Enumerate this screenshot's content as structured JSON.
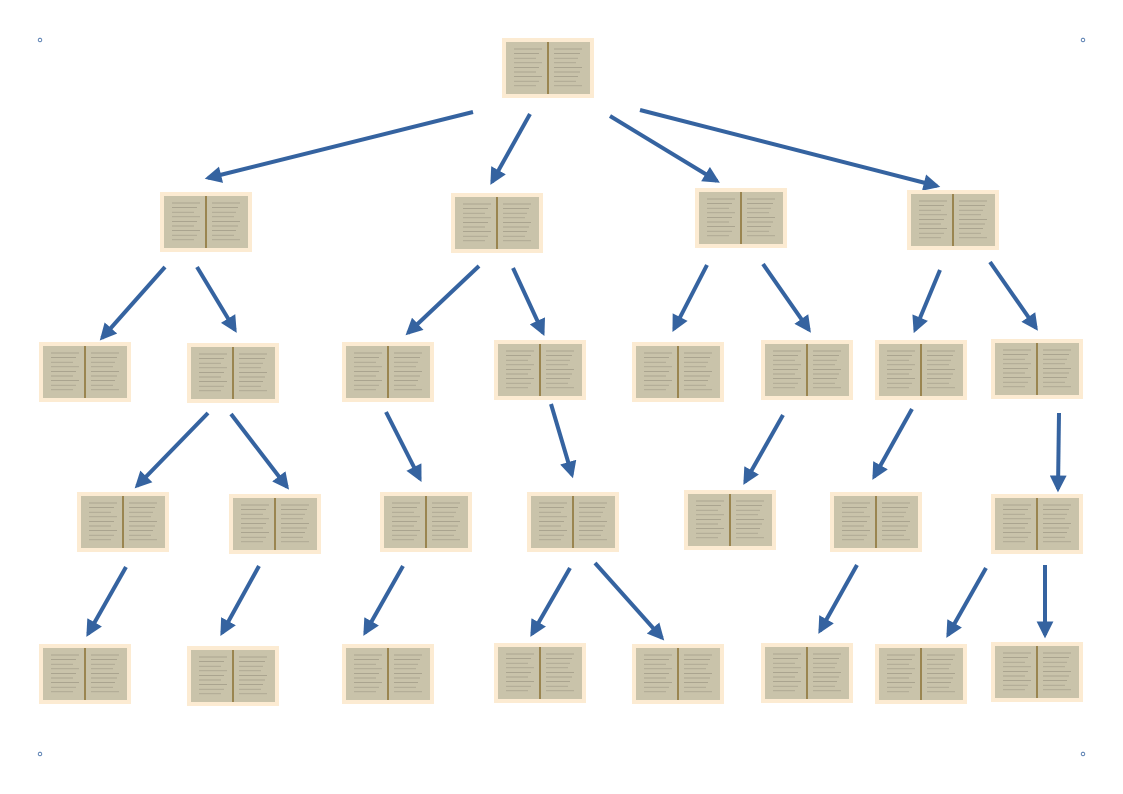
{
  "colors": {
    "arrow": "#3563a0",
    "frame": "#fcebd2",
    "page": "#c9c3aa",
    "spine": "#9a8550",
    "text_lines": "#8f8a78"
  },
  "node_icon": "manuscript-open-book-image",
  "nodes": [
    {
      "id": "root"
    },
    {
      "id": "a"
    },
    {
      "id": "b"
    },
    {
      "id": "c"
    },
    {
      "id": "d"
    },
    {
      "id": "a1"
    },
    {
      "id": "a2"
    },
    {
      "id": "b1"
    },
    {
      "id": "b2"
    },
    {
      "id": "c1"
    },
    {
      "id": "c2"
    },
    {
      "id": "d1"
    },
    {
      "id": "d2"
    },
    {
      "id": "a21"
    },
    {
      "id": "a22"
    },
    {
      "id": "b11"
    },
    {
      "id": "b21"
    },
    {
      "id": "c21"
    },
    {
      "id": "d11"
    },
    {
      "id": "d21"
    },
    {
      "id": "a211"
    },
    {
      "id": "a221"
    },
    {
      "id": "b111"
    },
    {
      "id": "b211"
    },
    {
      "id": "b212"
    },
    {
      "id": "d111"
    },
    {
      "id": "d211"
    },
    {
      "id": "d212"
    }
  ],
  "edges": [
    {
      "from": "root",
      "to": "a"
    },
    {
      "from": "root",
      "to": "b"
    },
    {
      "from": "root",
      "to": "c"
    },
    {
      "from": "root",
      "to": "d"
    },
    {
      "from": "a",
      "to": "a1"
    },
    {
      "from": "a",
      "to": "a2"
    },
    {
      "from": "b",
      "to": "b1"
    },
    {
      "from": "b",
      "to": "b2"
    },
    {
      "from": "c",
      "to": "c1"
    },
    {
      "from": "c",
      "to": "c2"
    },
    {
      "from": "d",
      "to": "d1"
    },
    {
      "from": "d",
      "to": "d2"
    },
    {
      "from": "a2",
      "to": "a21"
    },
    {
      "from": "a2",
      "to": "a22"
    },
    {
      "from": "b1",
      "to": "b11"
    },
    {
      "from": "b2",
      "to": "b21"
    },
    {
      "from": "c2",
      "to": "c21"
    },
    {
      "from": "d1",
      "to": "d11"
    },
    {
      "from": "d2",
      "to": "d21"
    },
    {
      "from": "a21",
      "to": "a211"
    },
    {
      "from": "a22",
      "to": "a221"
    },
    {
      "from": "b11",
      "to": "b111"
    },
    {
      "from": "b21",
      "to": "b211"
    },
    {
      "from": "b21",
      "to": "b212"
    },
    {
      "from": "d11",
      "to": "d111"
    },
    {
      "from": "d21",
      "to": "d211"
    },
    {
      "from": "d21",
      "to": "d212"
    }
  ]
}
